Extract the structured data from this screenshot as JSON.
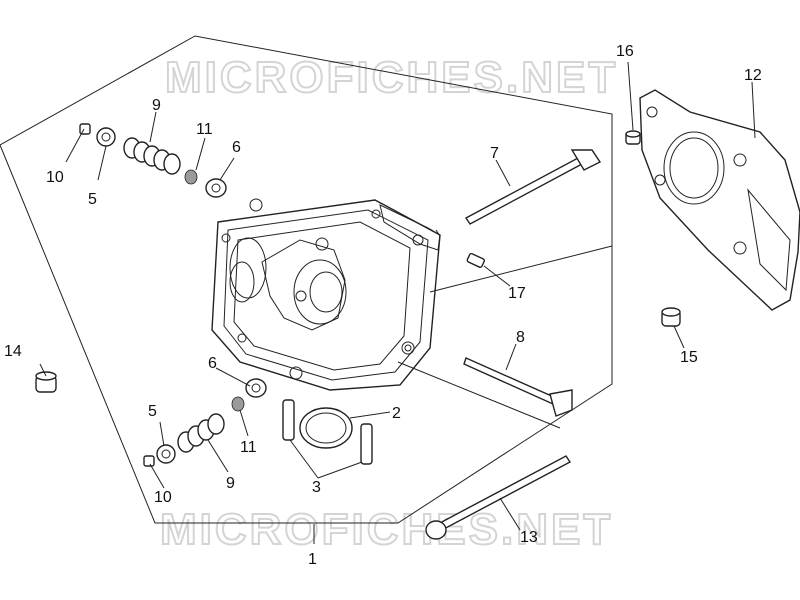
{
  "watermark": "MICROFICHES.NET",
  "callouts": {
    "c1": "1",
    "c2": "2",
    "c3": "3",
    "c5a": "5",
    "c5b": "5",
    "c6a": "6",
    "c6b": "6",
    "c7": "7",
    "c8": "8",
    "c9a": "9",
    "c9b": "9",
    "c10a": "10",
    "c10b": "10",
    "c11a": "11",
    "c11b": "11",
    "c12": "12",
    "c13": "13",
    "c14": "14",
    "c15": "15",
    "c16": "16",
    "c17": "17"
  }
}
